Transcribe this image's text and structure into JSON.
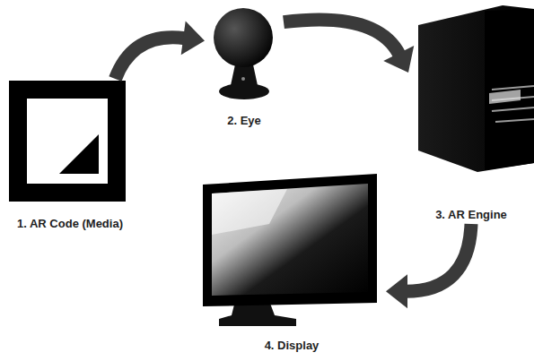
{
  "diagram": {
    "nodes": [
      {
        "text": [
          "1. AR Code (Media)"
        ]
      },
      {
        "text": [
          "2. Eye"
        ]
      },
      {
        "text": [
          "3. AR Engine"
        ]
      },
      {
        "text": [
          "4. Display"
        ]
      }
    ],
    "edges": [
      {
        "from": 0,
        "to": 1,
        "arrow": "to"
      },
      {
        "from": 1,
        "to": 2,
        "arrow": "to"
      },
      {
        "from": 2,
        "to": 3,
        "arrow": "to"
      }
    ]
  }
}
